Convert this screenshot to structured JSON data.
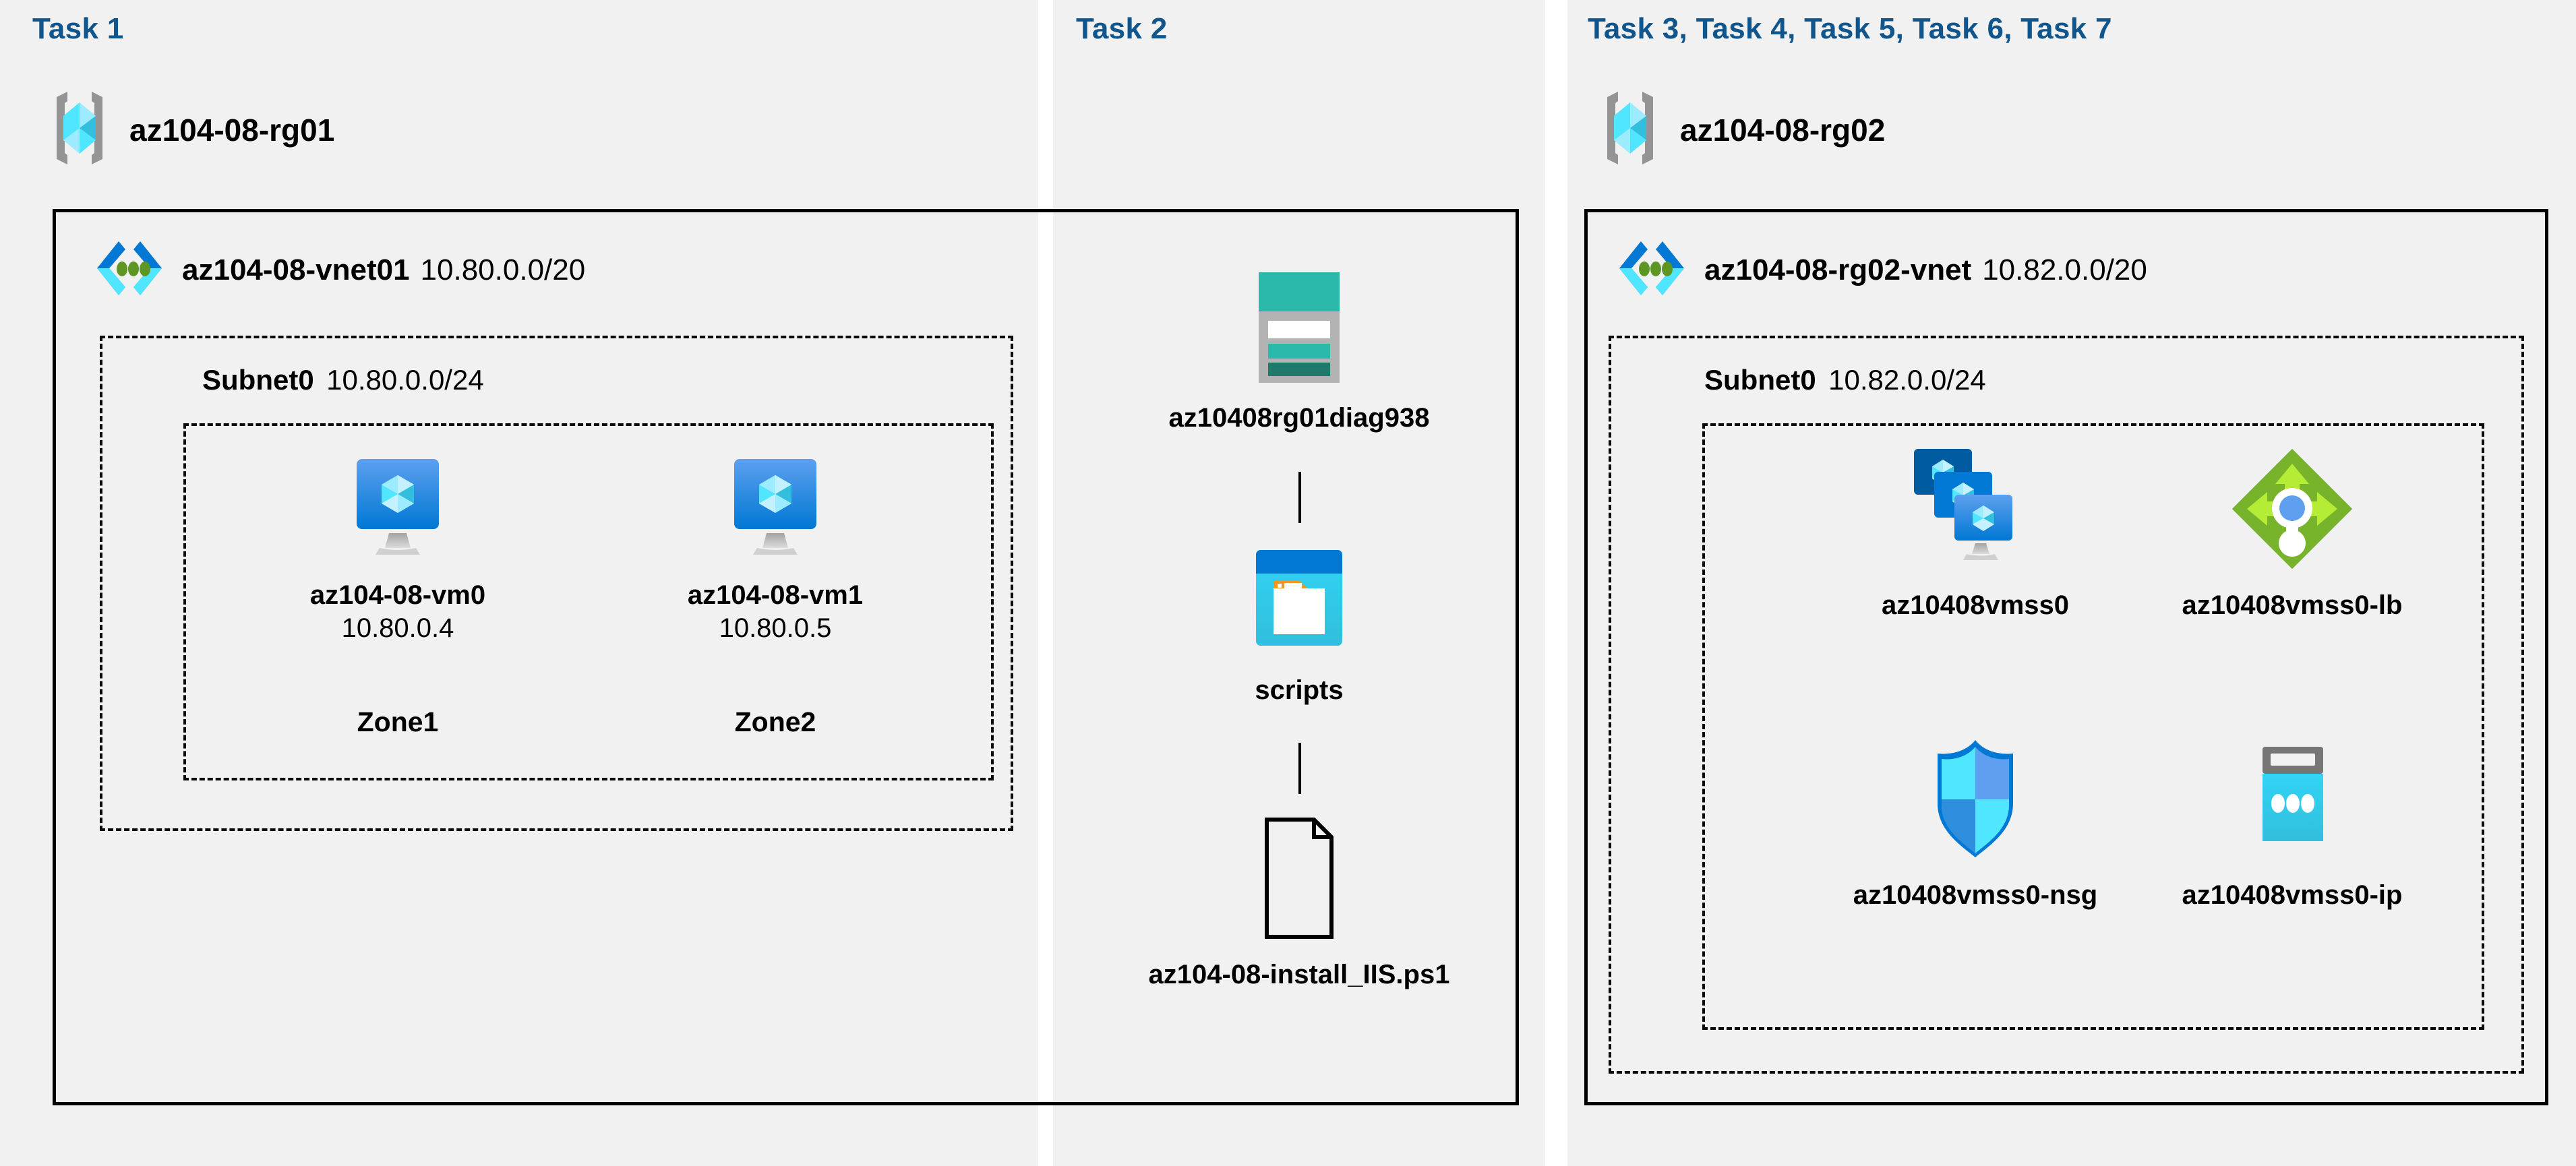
{
  "colors": {
    "panel_bg": "#f1f1f1",
    "page_bg": "#ffffff",
    "task_heading": "#10558c",
    "border": "#000000",
    "azure_blue": "#0078d4",
    "cyan": "#32bedd",
    "green": "#7fba00",
    "teal": "#2bb9ab",
    "gray": "#949494"
  },
  "panels": [
    {
      "id": "task1",
      "title": "Task 1"
    },
    {
      "id": "task2",
      "title": "Task 2"
    },
    {
      "id": "task3",
      "title": "Task 3, Task 4, Task 5, Task 6, Task 7"
    }
  ],
  "task1": {
    "heading": "Task 1",
    "resource_group": {
      "name": "az104-08-rg01",
      "icon": "resource-group-icon"
    },
    "vnet": {
      "name": "az104-08-vnet01",
      "cidr": "10.80.0.0/20",
      "icon": "virtual-network-icon"
    },
    "subnet": {
      "name": "Subnet0",
      "cidr": "10.80.0.0/24"
    },
    "vms": [
      {
        "name": "az104-08-vm0",
        "ip": "10.80.0.4",
        "zone": "Zone1",
        "icon": "virtual-machine-icon"
      },
      {
        "name": "az104-08-vm1",
        "ip": "10.80.0.5",
        "zone": "Zone2",
        "icon": "virtual-machine-icon"
      }
    ]
  },
  "task2": {
    "heading": "Task 2",
    "items": [
      {
        "name": "az10408rg01diag938",
        "icon": "storage-account-icon"
      },
      {
        "name": "scripts",
        "icon": "blob-container-icon"
      },
      {
        "name": "az104-08-install_IIS.ps1",
        "icon": "file-icon"
      }
    ]
  },
  "task3": {
    "heading": "Task 3, Task 4, Task 5, Task 6, Task 7",
    "resource_group": {
      "name": "az104-08-rg02",
      "icon": "resource-group-icon"
    },
    "vnet": {
      "name": "az104-08-rg02-vnet",
      "cidr": "10.82.0.0/20",
      "icon": "virtual-network-icon"
    },
    "subnet": {
      "name": "Subnet0",
      "cidr": "10.82.0.0/24"
    },
    "resources": [
      {
        "name": "az10408vmss0",
        "icon": "vm-scale-set-icon"
      },
      {
        "name": "az10408vmss0-lb",
        "icon": "load-balancer-icon"
      },
      {
        "name": "az10408vmss0-nsg",
        "icon": "network-security-group-icon"
      },
      {
        "name": "az10408vmss0-ip",
        "icon": "public-ip-address-icon"
      }
    ]
  }
}
